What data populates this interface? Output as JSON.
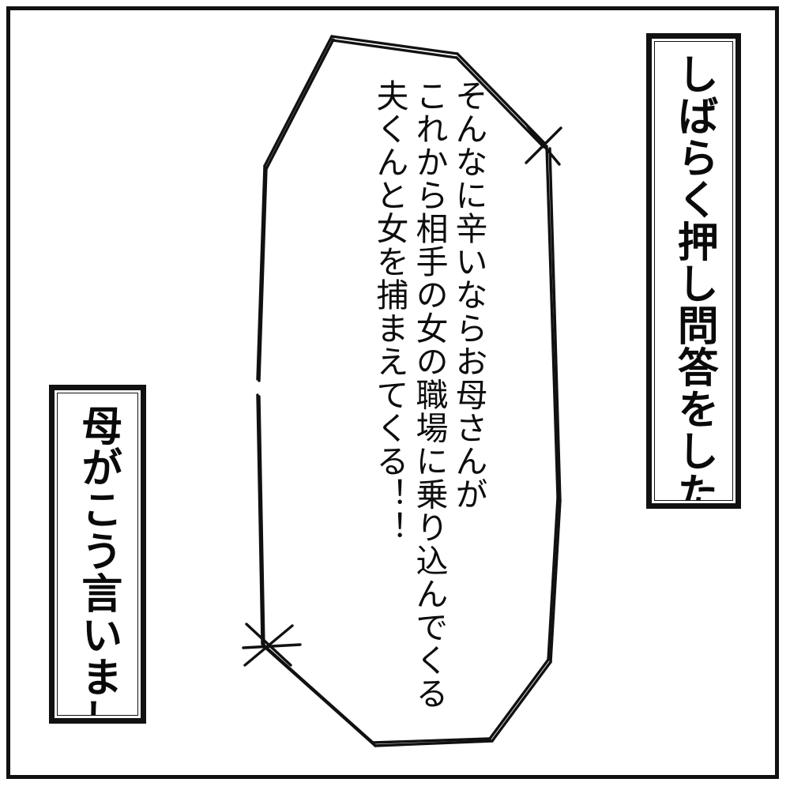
{
  "panel": {
    "background_color": "#ffffff",
    "border_color": "#111111",
    "kind": "manga-panel"
  },
  "captions": [
    {
      "id": "top-right",
      "text": "しばらく押し問答をしたあと",
      "position": "top-right",
      "orientation": "vertical-rl"
    },
    {
      "id": "bottom-left",
      "text": "母がこう言いました",
      "position": "bottom-left",
      "orientation": "vertical-rl"
    }
  ],
  "speech_balloon": {
    "shape": "hand-drawn-polygon",
    "orientation": "vertical-rl",
    "stroke_color": "#111111",
    "fill_color": "#ffffff",
    "lines": [
      "そんなに辛いならお母さんが",
      "これから相手の女の職場に乗り込んでくる",
      "夫くんと女を捕まえてくる！！"
    ],
    "full_text": "そんなに辛いならお母さんがこれから相手の女の職場に乗り込んでくる夫くんと女を捕まえてくる！！"
  }
}
